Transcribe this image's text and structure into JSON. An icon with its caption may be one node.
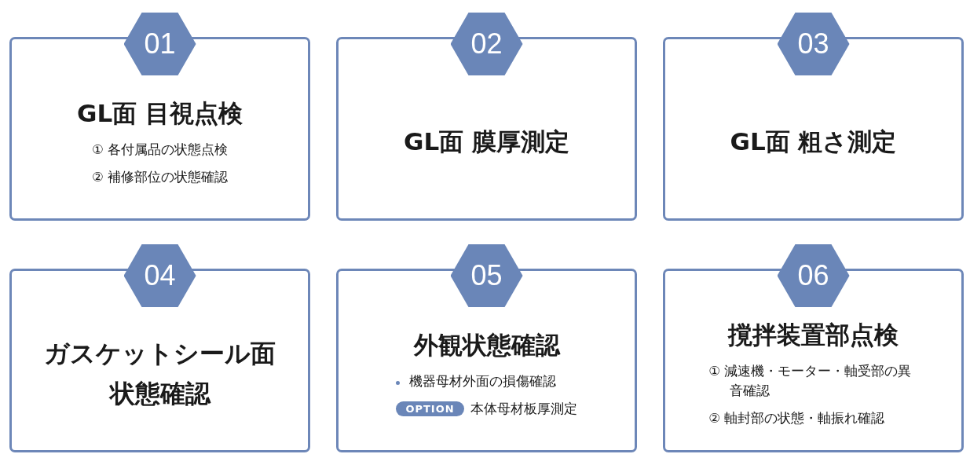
{
  "diagram": {
    "nodes": [
      {
        "text": [
          "01",
          "GL面 目視点検",
          "① 各付属品の状態点検",
          "② 補修部位の状態確認"
        ]
      },
      {
        "text": [
          "02",
          "GL面 膜厚測定"
        ]
      },
      {
        "text": [
          "03",
          "GL面 粗さ測定"
        ]
      },
      {
        "text": [
          "04",
          "ガスケットシール面状態確認"
        ]
      },
      {
        "text": [
          "05",
          "外観状態確認",
          "機器母材外面の損傷確認",
          "OPTION",
          "本体母材板厚測定"
        ]
      },
      {
        "text": [
          "06",
          "撹拌装置部点検",
          "① 減速機・モーター・軸受部の異音確認",
          "② 軸封部の状態・軸振れ確認"
        ]
      }
    ],
    "edges": []
  }
}
